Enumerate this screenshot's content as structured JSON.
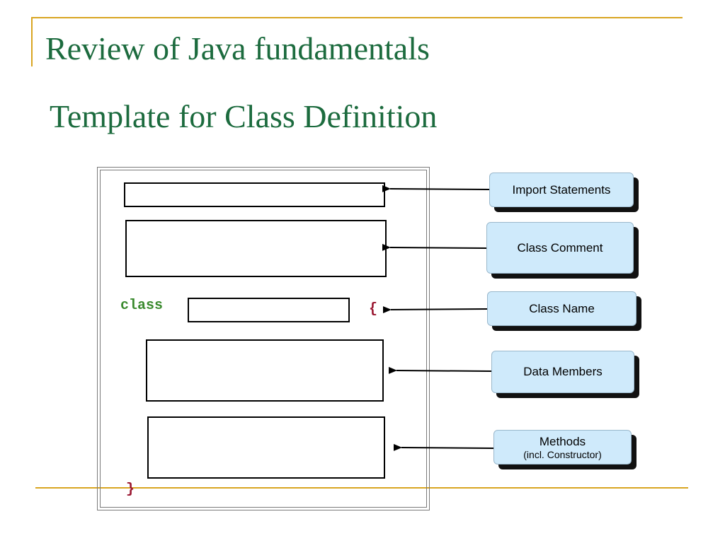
{
  "title": "Review of Java fundamentals",
  "subtitle": "Template for Class Definition",
  "code": {
    "class_keyword": "class",
    "open_brace": "{",
    "close_brace": "}"
  },
  "callouts": {
    "import": "Import Statements",
    "comment": "Class Comment",
    "class_name": "Class Name",
    "data_members": "Data Members",
    "methods": "Methods",
    "methods_note": "(incl. Constructor)"
  },
  "colors": {
    "title": "#1c6b3e",
    "accent_line": "#d9a521",
    "class_keyword": "#3a8a2e",
    "brace": "#9a1630",
    "callout_fill": "#cfeafb"
  }
}
